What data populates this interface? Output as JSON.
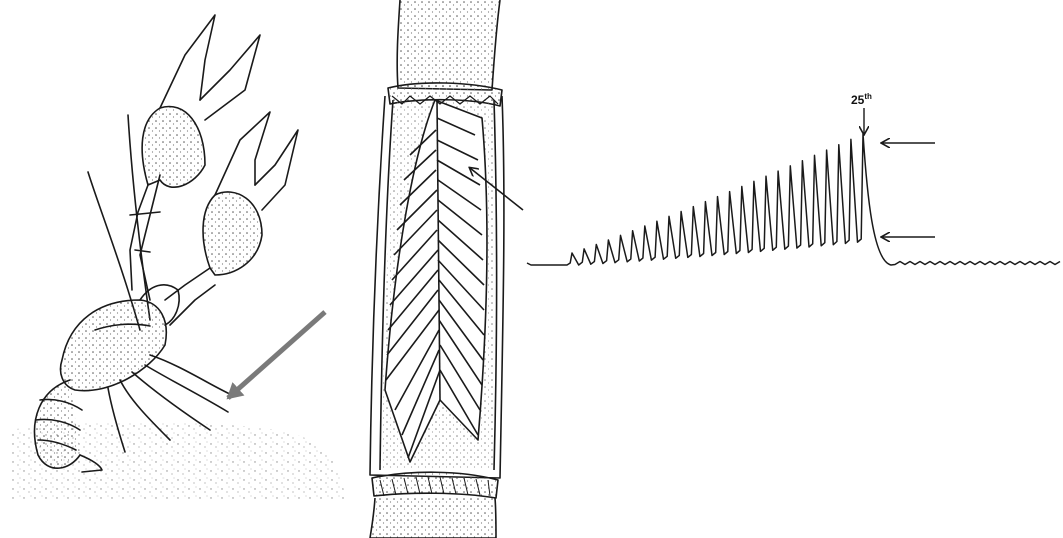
{
  "figure": {
    "colors": {
      "ink": "#1a1a1a",
      "grey_arrow": "#7a7a7a",
      "stipple": "#9a9a9a",
      "background": "#ffffff"
    }
  },
  "panels": {
    "crayfish": {
      "icon": "crayfish-drawing-icon",
      "pointer_icon": "grey-arrow-icon"
    },
    "muscle": {
      "icon": "opened-leg-segment-drawing-icon",
      "pointer_icon": "black-arrow-icon"
    },
    "trace": {
      "icon": "tension-trace-icon",
      "peak_label": {
        "number": "25",
        "suffix": "th"
      },
      "pulse_count": 25,
      "arrows": [
        "peak-level-arrow-icon",
        "plateau-level-arrow-icon"
      ]
    }
  }
}
